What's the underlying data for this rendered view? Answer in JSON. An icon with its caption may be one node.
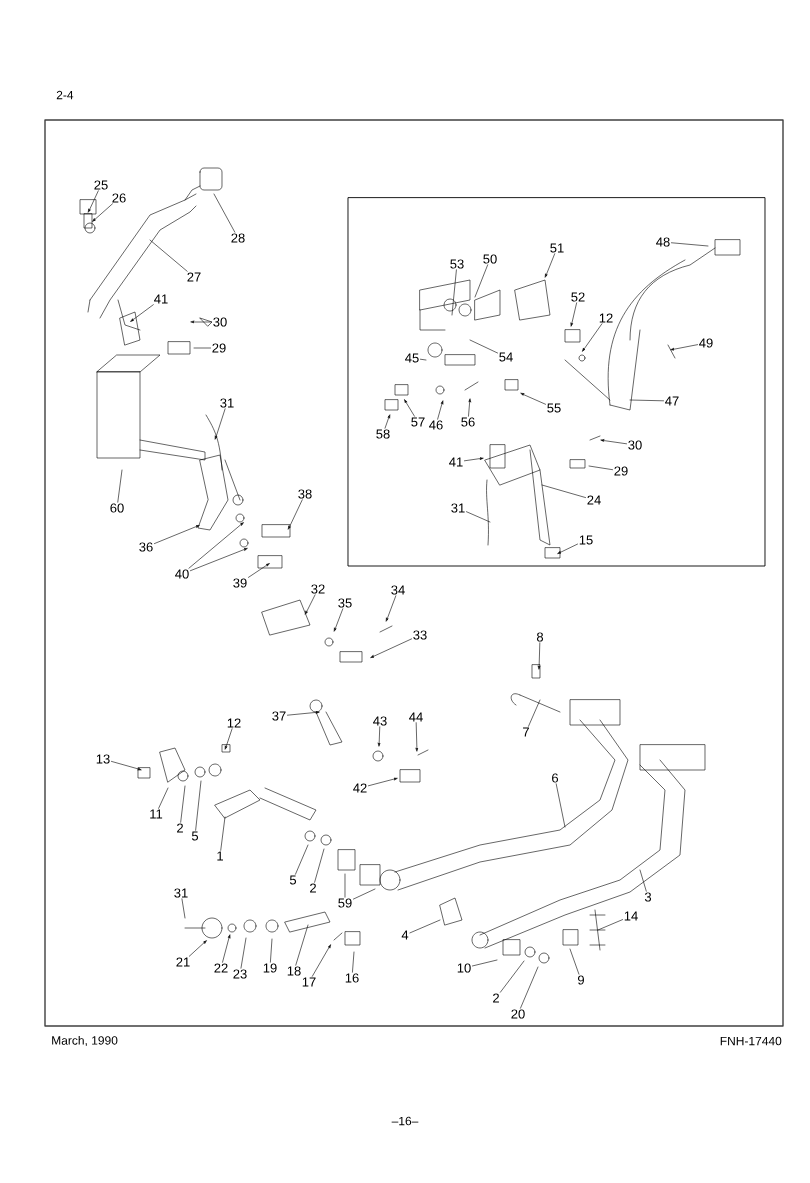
{
  "diagram": {
    "nodes": [
      {
        "text": [
          "25"
        ]
      },
      {
        "text": [
          "26"
        ]
      },
      {
        "text": [
          "28"
        ]
      },
      {
        "text": [
          "27"
        ]
      },
      {
        "text": [
          "41"
        ]
      },
      {
        "text": [
          "30"
        ]
      },
      {
        "text": [
          "29"
        ]
      },
      {
        "text": [
          "31"
        ]
      },
      {
        "text": [
          "60"
        ]
      },
      {
        "text": [
          "36"
        ]
      },
      {
        "text": [
          "38"
        ]
      },
      {
        "text": [
          "40"
        ]
      },
      {
        "text": [
          "39"
        ]
      },
      {
        "text": [
          "32"
        ]
      },
      {
        "text": [
          "35"
        ]
      },
      {
        "text": [
          "34"
        ]
      },
      {
        "text": [
          "33"
        ]
      },
      {
        "text": [
          "8"
        ]
      },
      {
        "text": [
          "7"
        ]
      },
      {
        "text": [
          "37"
        ]
      },
      {
        "text": [
          "43"
        ]
      },
      {
        "text": [
          "44"
        ]
      },
      {
        "text": [
          "42"
        ]
      },
      {
        "text": [
          "12"
        ]
      },
      {
        "text": [
          "13"
        ]
      },
      {
        "text": [
          "11"
        ]
      },
      {
        "text": [
          "2"
        ]
      },
      {
        "text": [
          "5"
        ]
      },
      {
        "text": [
          "1"
        ]
      },
      {
        "text": [
          "5"
        ]
      },
      {
        "text": [
          "2"
        ]
      },
      {
        "text": [
          "59"
        ]
      },
      {
        "text": [
          "6"
        ]
      },
      {
        "text": [
          "3"
        ]
      },
      {
        "text": [
          "4"
        ]
      },
      {
        "text": [
          "14"
        ]
      },
      {
        "text": [
          "10"
        ]
      },
      {
        "text": [
          "2"
        ]
      },
      {
        "text": [
          "20"
        ]
      },
      {
        "text": [
          "9"
        ]
      },
      {
        "text": [
          "31"
        ]
      },
      {
        "text": [
          "21"
        ]
      },
      {
        "text": [
          "22"
        ]
      },
      {
        "text": [
          "23"
        ]
      },
      {
        "text": [
          "19"
        ]
      },
      {
        "text": [
          "18"
        ]
      },
      {
        "text": [
          "17"
        ]
      },
      {
        "text": [
          "16"
        ]
      },
      {
        "text": [
          "53"
        ]
      },
      {
        "text": [
          "50"
        ]
      },
      {
        "text": [
          "51"
        ]
      },
      {
        "text": [
          "48"
        ]
      },
      {
        "text": [
          "52"
        ]
      },
      {
        "text": [
          "12"
        ]
      },
      {
        "text": [
          "49"
        ]
      },
      {
        "text": [
          "45"
        ]
      },
      {
        "text": [
          "54"
        ]
      },
      {
        "text": [
          "57"
        ]
      },
      {
        "text": [
          "58"
        ]
      },
      {
        "text": [
          "46"
        ]
      },
      {
        "text": [
          "56"
        ]
      },
      {
        "text": [
          "55"
        ]
      },
      {
        "text": [
          "47"
        ]
      },
      {
        "text": [
          "41"
        ]
      },
      {
        "text": [
          "30"
        ]
      },
      {
        "text": [
          "29"
        ]
      },
      {
        "text": [
          "24"
        ]
      },
      {
        "text": [
          "31"
        ]
      },
      {
        "text": [
          "15"
        ]
      }
    ],
    "edges": [
      {
        "from": 0,
        "to": null,
        "arrow": "to"
      },
      {
        "from": 1,
        "to": null,
        "arrow": "to"
      },
      {
        "from": 2,
        "to": null,
        "arrow": "none"
      },
      {
        "from": 3,
        "to": null,
        "arrow": "none"
      },
      {
        "from": 4,
        "to": null,
        "arrow": "to"
      },
      {
        "from": 5,
        "to": null,
        "arrow": "to"
      },
      {
        "from": 6,
        "to": null,
        "arrow": "none"
      },
      {
        "from": 7,
        "to": null,
        "arrow": "to"
      },
      {
        "from": 8,
        "to": null,
        "arrow": "none"
      },
      {
        "from": 9,
        "to": null,
        "arrow": "to"
      },
      {
        "from": 10,
        "to": null,
        "arrow": "to"
      },
      {
        "from": 11,
        "to": null,
        "arrow": "to"
      },
      {
        "from": 11,
        "to": null,
        "arrow": "to"
      },
      {
        "from": 12,
        "to": null,
        "arrow": "to"
      },
      {
        "from": 13,
        "to": null,
        "arrow": "to"
      },
      {
        "from": 14,
        "to": null,
        "arrow": "to"
      },
      {
        "from": 15,
        "to": null,
        "arrow": "to"
      },
      {
        "from": 16,
        "to": null,
        "arrow": "to"
      },
      {
        "from": 17,
        "to": null,
        "arrow": "to"
      },
      {
        "from": 18,
        "to": null,
        "arrow": "none"
      },
      {
        "from": 19,
        "to": null,
        "arrow": "to"
      },
      {
        "from": 20,
        "to": null,
        "arrow": "to"
      },
      {
        "from": 21,
        "to": null,
        "arrow": "to"
      },
      {
        "from": 22,
        "to": null,
        "arrow": "to"
      },
      {
        "from": 23,
        "to": null,
        "arrow": "to"
      },
      {
        "from": 24,
        "to": null,
        "arrow": "to"
      },
      {
        "from": 25,
        "to": null,
        "arrow": "none"
      },
      {
        "from": 26,
        "to": null,
        "arrow": "none"
      },
      {
        "from": 27,
        "to": null,
        "arrow": "none"
      },
      {
        "from": 28,
        "to": null,
        "arrow": "none"
      },
      {
        "from": 29,
        "to": null,
        "arrow": "none"
      },
      {
        "from": 30,
        "to": null,
        "arrow": "none"
      },
      {
        "from": 31,
        "to": null,
        "arrow": "none"
      },
      {
        "from": 31,
        "to": null,
        "arrow": "none"
      },
      {
        "from": 32,
        "to": null,
        "arrow": "none"
      },
      {
        "from": 33,
        "to": null,
        "arrow": "none"
      },
      {
        "from": 34,
        "to": null,
        "arrow": "none"
      },
      {
        "from": 35,
        "to": null,
        "arrow": "none"
      },
      {
        "from": 36,
        "to": null,
        "arrow": "none"
      },
      {
        "from": 37,
        "to": null,
        "arrow": "none"
      },
      {
        "from": 38,
        "to": null,
        "arrow": "none"
      },
      {
        "from": 39,
        "to": null,
        "arrow": "none"
      },
      {
        "from": 40,
        "to": null,
        "arrow": "none"
      },
      {
        "from": 41,
        "to": null,
        "arrow": "to"
      },
      {
        "from": 42,
        "to": null,
        "arrow": "to"
      },
      {
        "from": 43,
        "to": null,
        "arrow": "none"
      },
      {
        "from": 44,
        "to": null,
        "arrow": "none"
      },
      {
        "from": 45,
        "to": null,
        "arrow": "none"
      },
      {
        "from": 46,
        "to": null,
        "arrow": "to"
      },
      {
        "from": 47,
        "to": null,
        "arrow": "none"
      },
      {
        "from": 48,
        "to": null,
        "arrow": "none"
      },
      {
        "from": 49,
        "to": null,
        "arrow": "none"
      },
      {
        "from": 50,
        "to": null,
        "arrow": "to"
      },
      {
        "from": 51,
        "to": null,
        "arrow": "none"
      },
      {
        "from": 52,
        "to": null,
        "arrow": "to"
      },
      {
        "from": 53,
        "to": null,
        "arrow": "to"
      },
      {
        "from": 54,
        "to": null,
        "arrow": "to"
      },
      {
        "from": 55,
        "to": null,
        "arrow": "none"
      },
      {
        "from": 56,
        "to": null,
        "arrow": "none"
      },
      {
        "from": 57,
        "to": null,
        "arrow": "to"
      },
      {
        "from": 58,
        "to": null,
        "arrow": "to"
      },
      {
        "from": 59,
        "to": null,
        "arrow": "to"
      },
      {
        "from": 60,
        "to": null,
        "arrow": "to"
      },
      {
        "from": 61,
        "to": null,
        "arrow": "to"
      },
      {
        "from": 62,
        "to": null,
        "arrow": "none"
      },
      {
        "from": 63,
        "to": null,
        "arrow": "to"
      },
      {
        "from": 64,
        "to": null,
        "arrow": "to"
      },
      {
        "from": 65,
        "to": null,
        "arrow": "none"
      },
      {
        "from": 66,
        "to": null,
        "arrow": "none"
      },
      {
        "from": 67,
        "to": null,
        "arrow": "none"
      },
      {
        "from": 68,
        "to": null,
        "arrow": "to"
      }
    ],
    "labels": [
      "2-4",
      "March, 1990",
      "FNH-17440",
      "–16–"
    ]
  }
}
